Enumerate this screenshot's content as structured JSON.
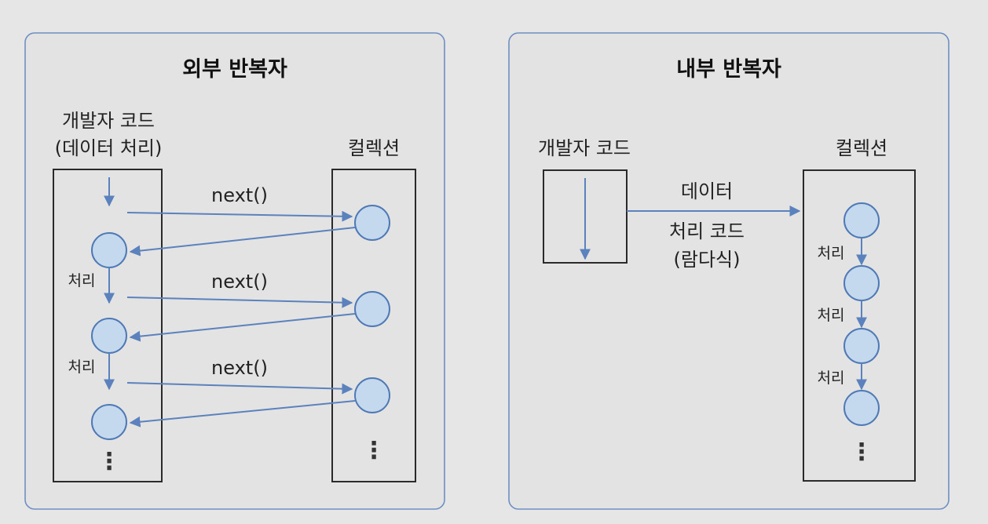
{
  "external": {
    "title": "외부 반복자",
    "dev_code_line1": "개발자 코드",
    "dev_code_line2": "(데이터  처리)",
    "collection": "컬렉션",
    "next_label": "next()",
    "process_label": "처리",
    "ellipsis": "⋮"
  },
  "internal": {
    "title": "내부 반복자",
    "dev_code": "개발자 코드",
    "collection": "컬렉션",
    "middle_line1": "데이터",
    "middle_line2": "처리 코드",
    "middle_line3": "(람다식)",
    "process_label": "처리",
    "ellipsis": "⋮"
  }
}
